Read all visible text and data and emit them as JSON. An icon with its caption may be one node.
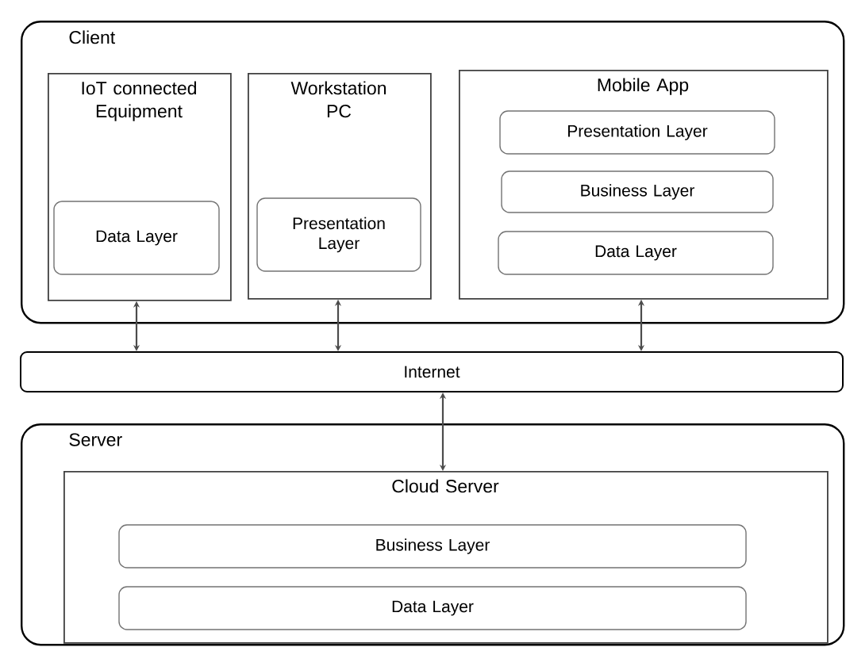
{
  "diagram": {
    "nodes": [
      {
        "text": [
          "Client"
        ]
      },
      {
        "text": [
          "IoT connected Equipment"
        ],
        "in": 0
      },
      {
        "text": [
          "Data Layer"
        ],
        "in": 1
      },
      {
        "text": [
          "Workstation PC"
        ],
        "in": 0
      },
      {
        "text": [
          "Presentation Layer"
        ],
        "in": 3
      },
      {
        "text": [
          "Mobile App"
        ],
        "in": 0
      },
      {
        "text": [
          "Presentation Layer"
        ],
        "in": 5
      },
      {
        "text": [
          "Business Layer"
        ],
        "in": 5
      },
      {
        "text": [
          "Data Layer"
        ],
        "in": 5
      },
      {
        "text": [
          "Internet"
        ]
      },
      {
        "text": [
          "Server"
        ]
      },
      {
        "text": [
          "Cloud Server"
        ],
        "in": 10
      },
      {
        "text": [
          "Business Layer"
        ],
        "in": 11
      },
      {
        "text": [
          "Data Layer"
        ],
        "in": 11
      }
    ],
    "edges": [
      {
        "from": 1,
        "to": 9,
        "arrow": "both"
      },
      {
        "from": 3,
        "to": 9,
        "arrow": "both"
      },
      {
        "from": 5,
        "to": 9,
        "arrow": "both"
      },
      {
        "from": 9,
        "to": 11,
        "arrow": "both"
      }
    ]
  }
}
